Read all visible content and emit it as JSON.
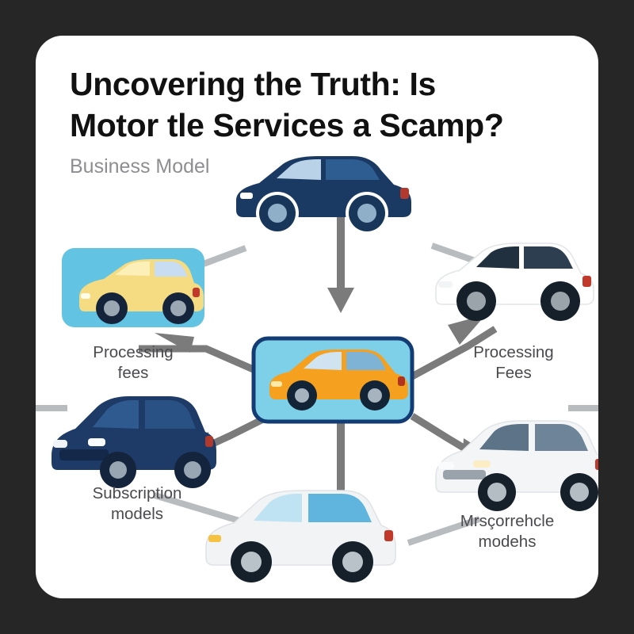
{
  "canvas": {
    "background_color": "#262626",
    "card_color": "#ffffff"
  },
  "header": {
    "title": "Uncovering the Truth: Is\nMotor tle Services a Scamp?",
    "subtitle": "Business Model",
    "title_color": "#111111",
    "subtitle_color": "#8e8e92"
  },
  "diagram": {
    "type": "hub-and-spoke",
    "center": {
      "name": "center-car-node",
      "icon": "orange-sedan-icon",
      "box_fill": "#7ECFE8",
      "box_stroke": "#143C74",
      "car_color": "#F5A01E"
    },
    "arrow_color": "#7b7b7b",
    "nodes": [
      {
        "id": "top-left",
        "label": "Processing\nfees",
        "icon": "yellow-hatchback-icon",
        "box_fill": "#63C3E3",
        "car_color": "#F5DC82",
        "has_box": true
      },
      {
        "id": "top-center",
        "label": "",
        "icon": "navy-sedan-icon",
        "car_color": "#1B3A63",
        "has_box": false
      },
      {
        "id": "top-right",
        "label": "Processing\nFees",
        "icon": "white-hatchback-icon",
        "car_color": "#FFFFFF",
        "has_box": false
      },
      {
        "id": "mid-left",
        "label": "Subscription\nmodels",
        "icon": "navy-suv-icon",
        "car_color": "#1E3A66",
        "has_box": false
      },
      {
        "id": "bottom-center",
        "label": "",
        "icon": "white-hatchback-side-icon",
        "car_color": "#F2F3F5",
        "has_box": false
      },
      {
        "id": "bottom-right",
        "label": "Mrsçorrehcle\nmodehs",
        "icon": "white-sedan-icon",
        "car_color": "#F4F5F7",
        "has_box": false
      }
    ],
    "label_color": "#4a4a4f"
  }
}
